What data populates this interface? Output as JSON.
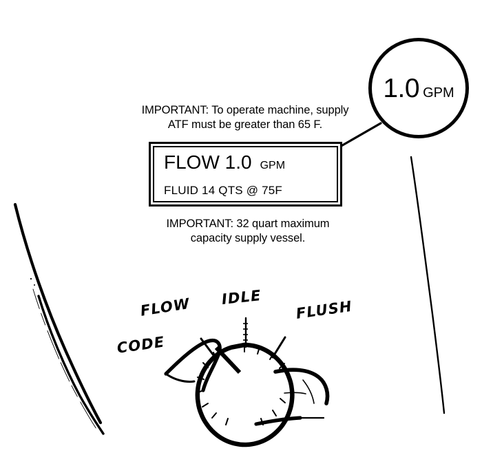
{
  "diagram": {
    "title": "Transmission fluid exchange machine control panel",
    "background_color": "#ffffff",
    "line_color": "#000000"
  },
  "callout": {
    "name": "flow-rate-magnifier",
    "value": "1.0",
    "unit": "GPM"
  },
  "notes": {
    "top": {
      "line1": "IMPORTANT: To operate machine, supply",
      "line2": "ATF must be greater than 65 F."
    },
    "bottom": {
      "line1": "IMPORTANT: 32 quart maximum",
      "line2": "capacity supply vessel."
    }
  },
  "display_panel": {
    "name": "lcd-display",
    "line1": {
      "label": "FLOW",
      "value": "1.0",
      "unit": "GPM",
      "text": "FLOW 1.0"
    },
    "line2": {
      "text": "FLUID 14 QTS  @  75F",
      "fluid_label": "FLUID",
      "quantity": "14",
      "quantity_unit": "QTS",
      "at_symbol": "@",
      "temperature": "75F"
    }
  },
  "selector_knob": {
    "name": "mode-selector-knob",
    "selected_position": "FLOW",
    "positions": [
      {
        "label": "CODE",
        "angle_deg": 225
      },
      {
        "label": "FLOW",
        "angle_deg": 290
      },
      {
        "label": "IDLE",
        "angle_deg": 0
      },
      {
        "label": "FLUSH",
        "angle_deg": 55
      }
    ]
  }
}
